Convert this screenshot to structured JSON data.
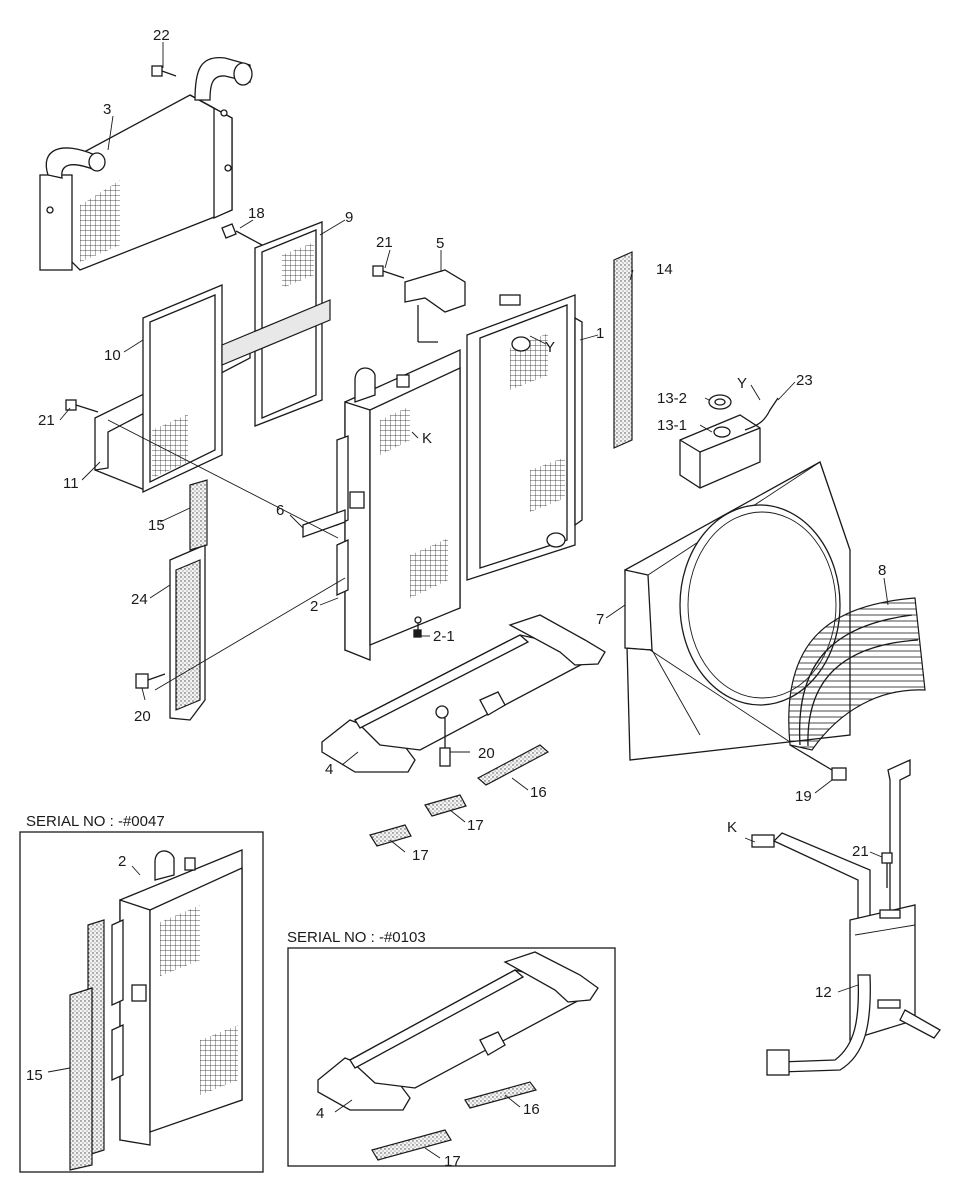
{
  "labels": {
    "p1": "1",
    "p2": "2",
    "p2_1": "2-1",
    "p3": "3",
    "p4": "4",
    "p5": "5",
    "p6": "6",
    "p7": "7",
    "p8": "8",
    "p9": "9",
    "p10": "10",
    "p11": "11",
    "p12": "12",
    "p13_1": "13-1",
    "p13_2": "13-2",
    "p14": "14",
    "p15": "15",
    "p16": "16",
    "p17a": "17",
    "p17b": "17",
    "p18": "18",
    "p19": "19",
    "p20a": "20",
    "p20b": "20",
    "p21a": "21",
    "p21b": "21",
    "p21c": "21",
    "p22": "22",
    "p23": "23",
    "p24": "24",
    "refK1": "K",
    "refK2": "K",
    "refY1": "Y",
    "refY2": "Y"
  },
  "inset_a": {
    "serial": "SERIAL NO : -#0047",
    "p2": "2",
    "p15": "15"
  },
  "inset_b": {
    "serial": "SERIAL NO : -#0103",
    "p4": "4",
    "p16": "16",
    "p17": "17"
  }
}
